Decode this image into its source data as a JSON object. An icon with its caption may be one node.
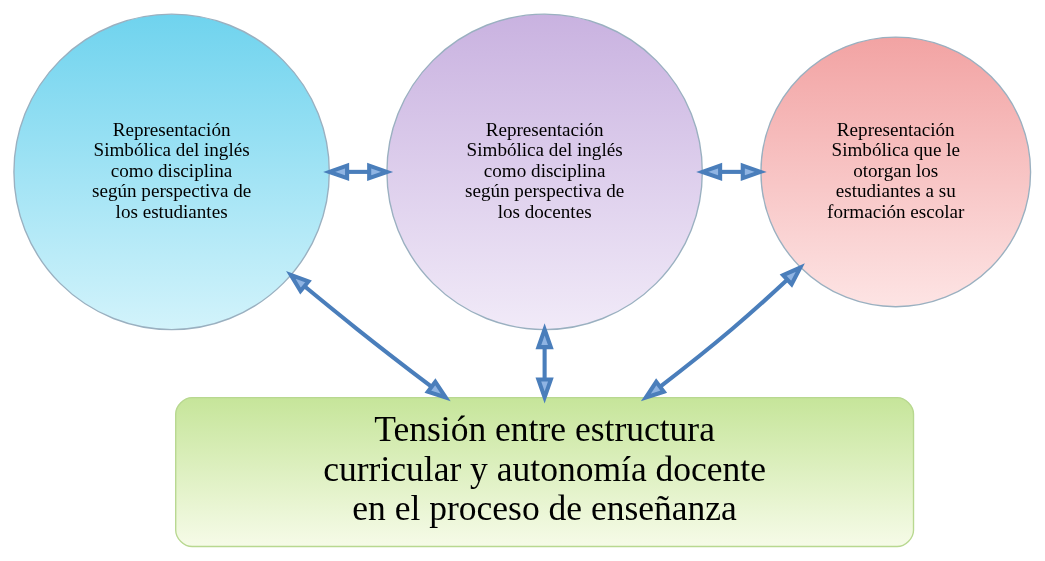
{
  "diagram": {
    "nodes": [
      {
        "text": [
          "Representación Simbólica del inglés como disciplina según perspectiva de los estudiantes"
        ]
      },
      {
        "text": [
          "Representación Simbólica del inglés como disciplina según perspectiva de los docentes"
        ]
      },
      {
        "text": [
          "Representación Simbólica que le otorgan los estudiantes a su formación escolar"
        ]
      },
      {
        "text": [
          "Tensión entre estructura curricular y autonomía docente en el proceso de enseñanza"
        ]
      }
    ],
    "edges": [
      {
        "from": 0,
        "to": 1,
        "arrow": "both"
      },
      {
        "from": 1,
        "to": 2,
        "arrow": "both"
      },
      {
        "from": 0,
        "to": 3,
        "arrow": "both"
      },
      {
        "from": 1,
        "to": 3,
        "arrow": "both"
      },
      {
        "from": 2,
        "to": 3,
        "arrow": "both"
      }
    ]
  }
}
